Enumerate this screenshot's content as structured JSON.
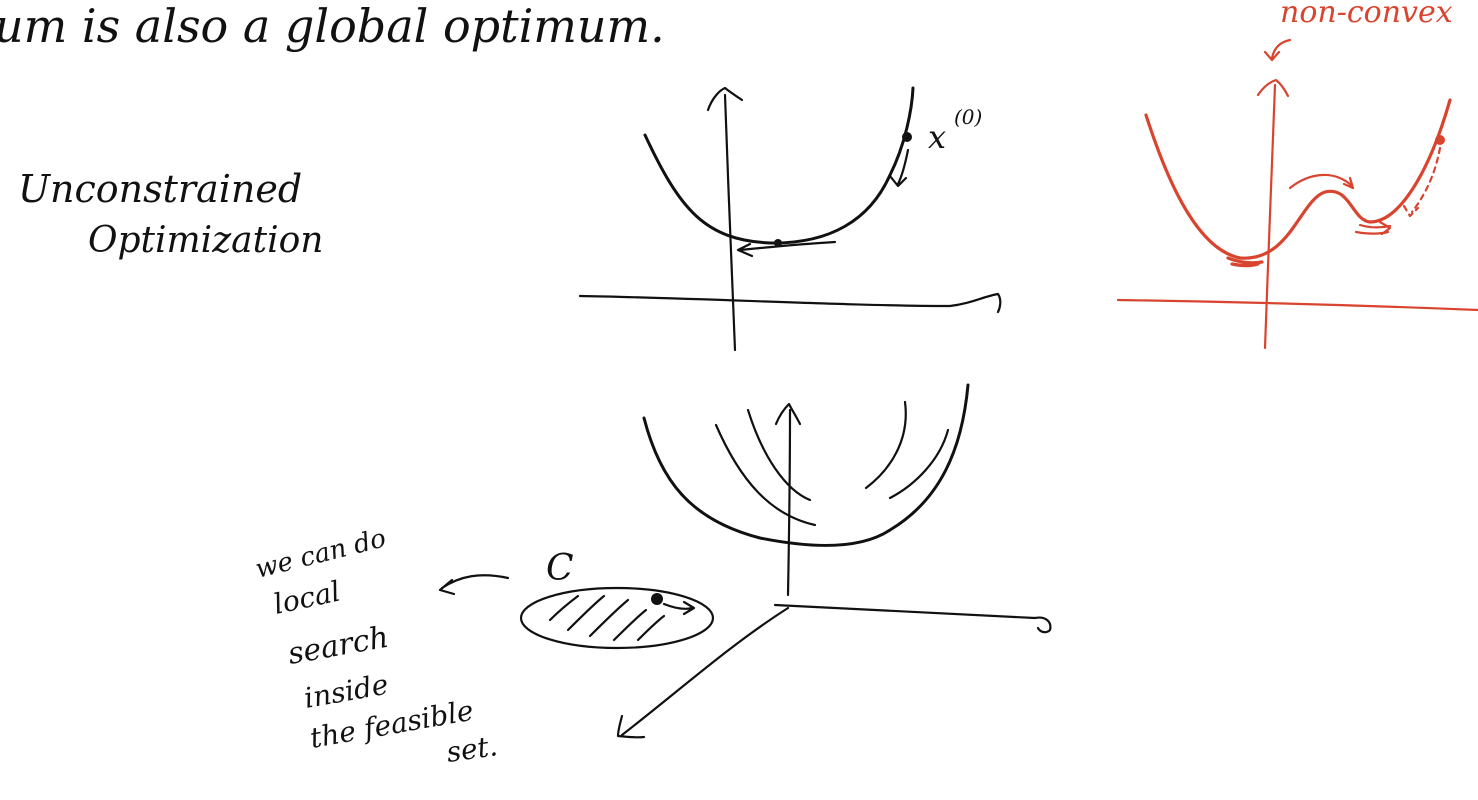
{
  "header_text": "um is also a global optimum.",
  "section_label": {
    "line1": "Unconstrained",
    "line2": "Optimization"
  },
  "convex_plot": {
    "point_label": "x",
    "point_superscript": "(0)"
  },
  "nonconvex_plot": {
    "label": "non-convex"
  },
  "surface_plot": {
    "set_label": "C"
  },
  "note": {
    "line1": "we can do",
    "line2": "local",
    "line3": "search",
    "line4": "inside",
    "line5": "the feasible",
    "line6": "set."
  },
  "colors": {
    "ink": "#111111",
    "accent": "#d9442f"
  }
}
